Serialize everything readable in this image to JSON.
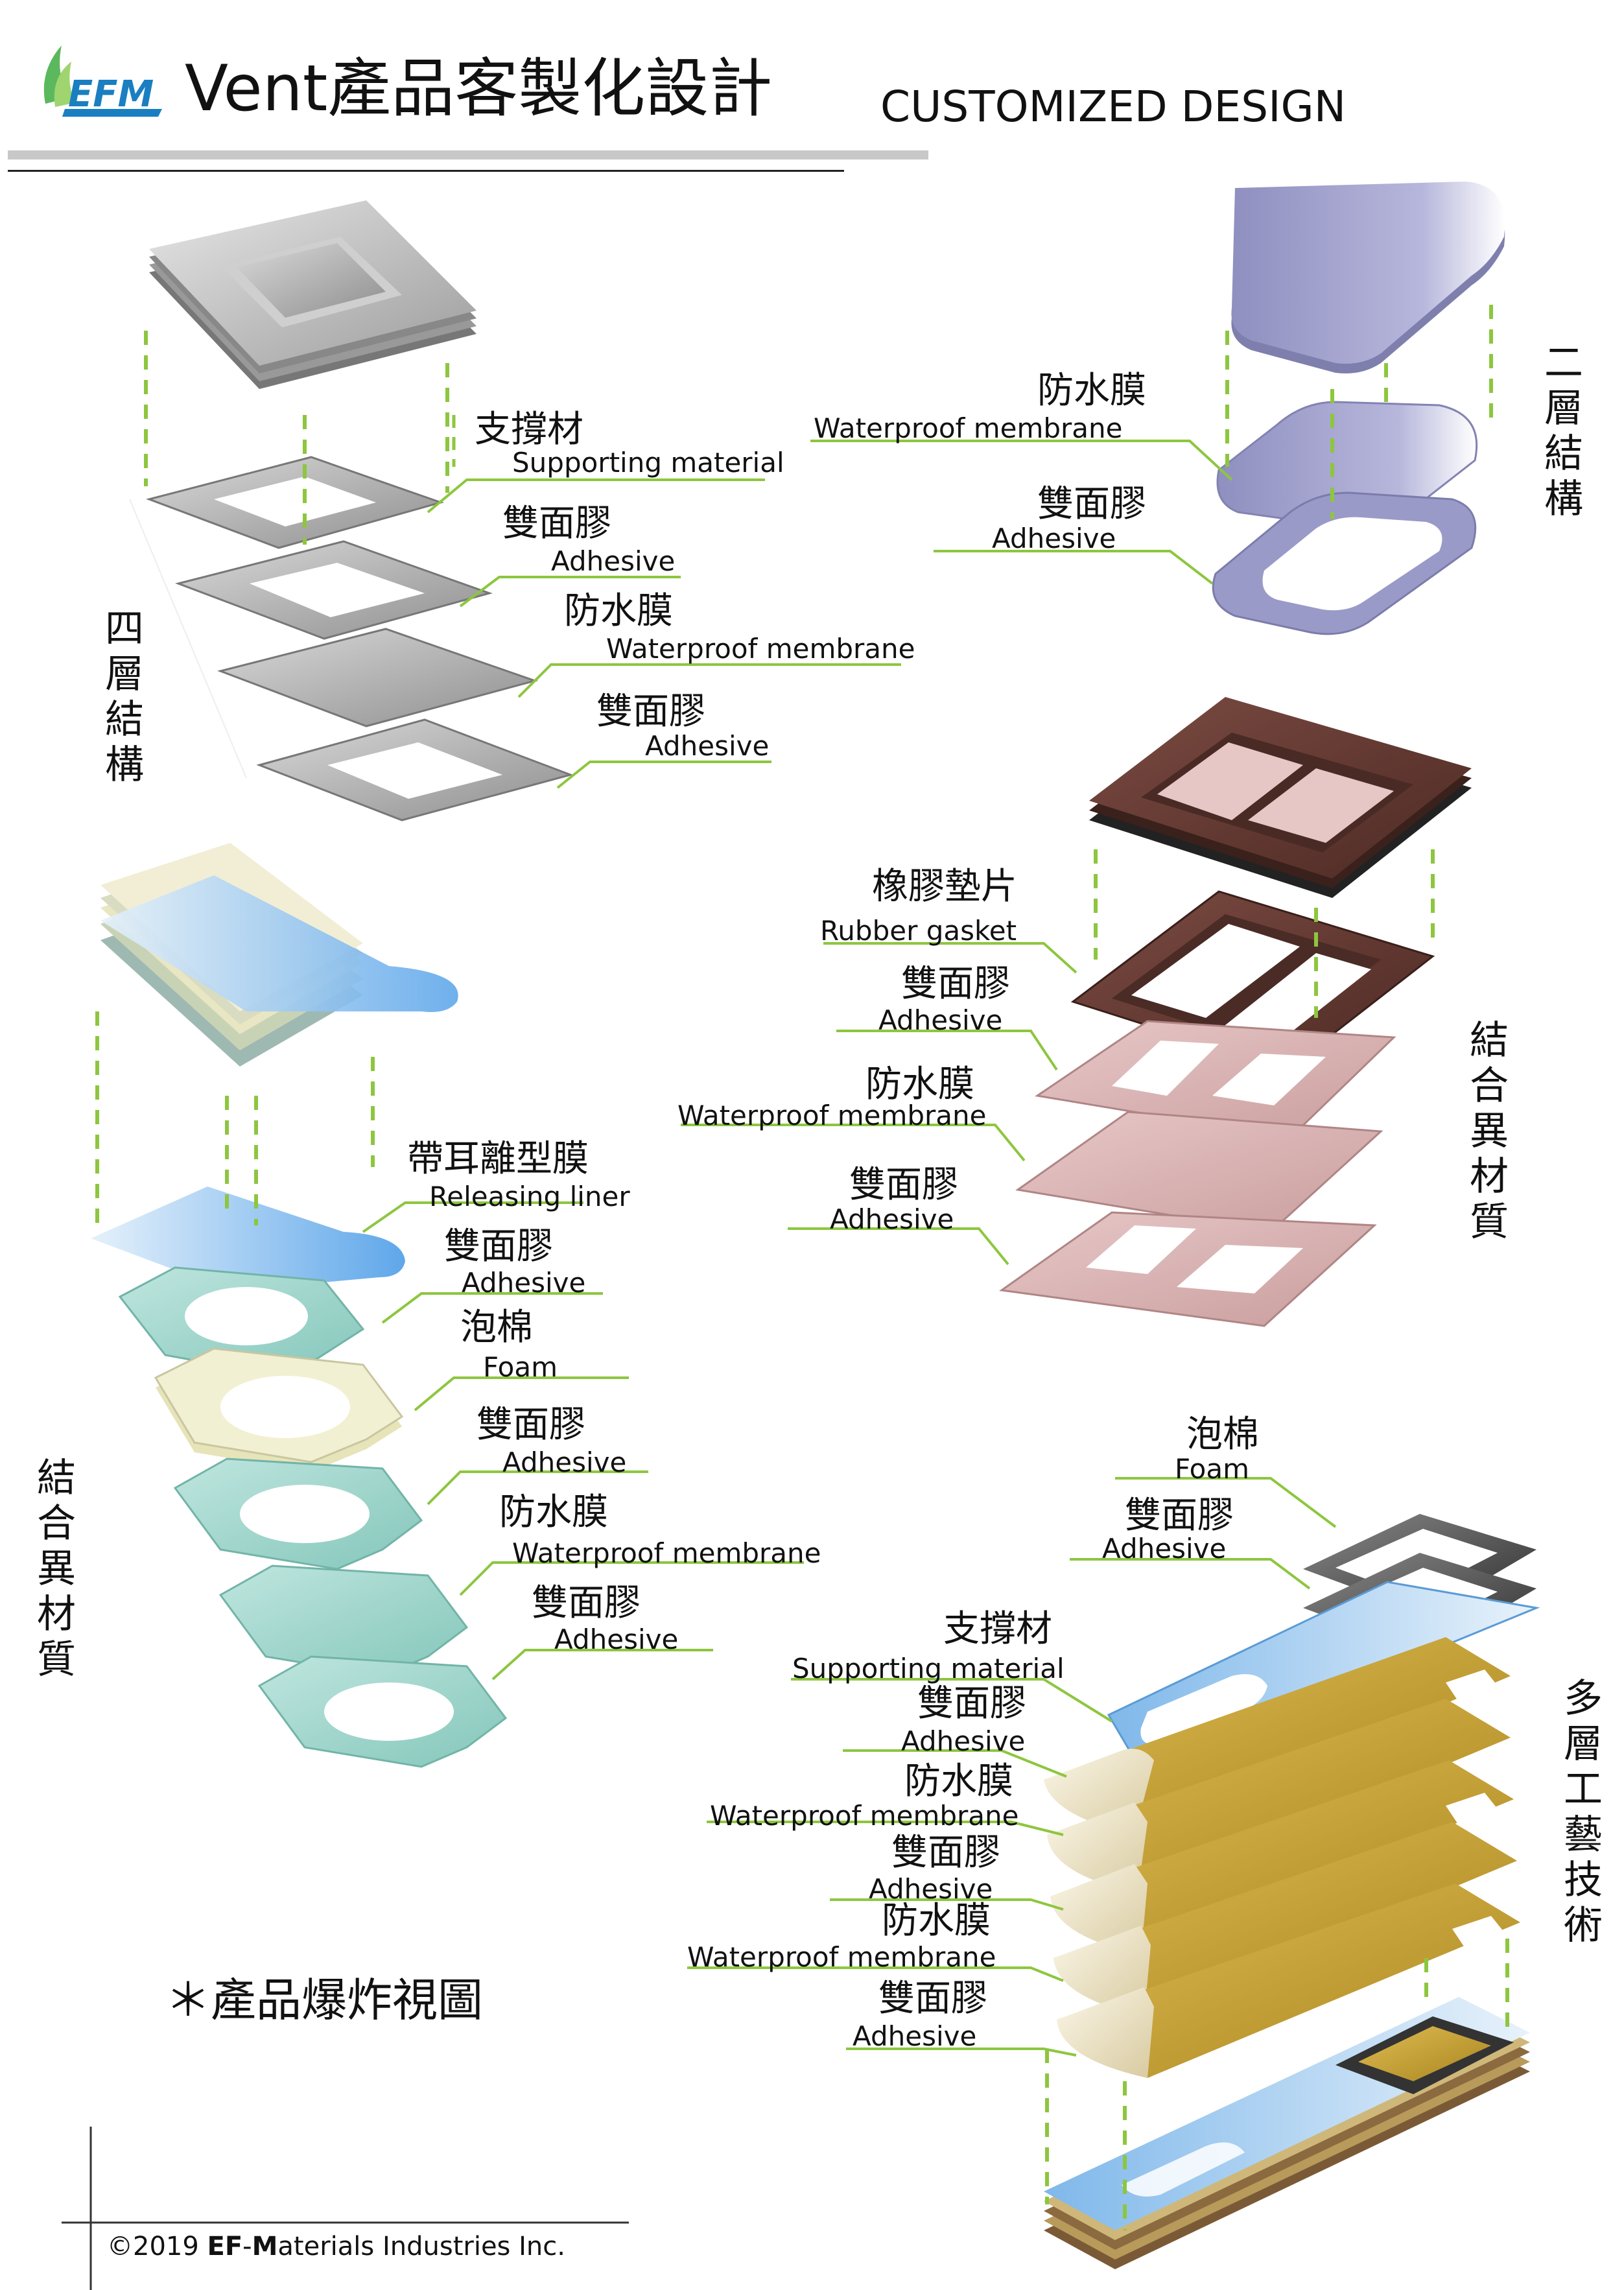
{
  "header": {
    "logo_text": "EFM",
    "title": "Vent產品客製化設計",
    "subtitle_en": "CUSTOMIZED DESIGN"
  },
  "sections": {
    "four_layer": {
      "side_title": "四層結構",
      "labels": [
        {
          "zh": "支撐材",
          "en": "Supporting material"
        },
        {
          "zh": "雙面膠",
          "en": "Adhesive"
        },
        {
          "zh": "防水膜",
          "en": "Waterproof membrane"
        },
        {
          "zh": "雙面膠",
          "en": "Adhesive"
        }
      ]
    },
    "two_layer": {
      "side_title": "二層結構",
      "labels": [
        {
          "zh": "防水膜",
          "en": "Waterproof membrane"
        },
        {
          "zh": "雙面膠",
          "en": "Adhesive"
        }
      ]
    },
    "hetero_right": {
      "side_title": "結合異材質",
      "labels": [
        {
          "zh": "橡膠墊片",
          "en": "Rubber gasket"
        },
        {
          "zh": "雙面膠",
          "en": "Adhesive"
        },
        {
          "zh": "防水膜",
          "en": "Waterproof membrane"
        },
        {
          "zh": "雙面膠",
          "en": "Adhesive"
        }
      ]
    },
    "hetero_left": {
      "side_title": "結合異材質",
      "labels": [
        {
          "zh": "帶耳離型膜",
          "en": "Releasing liner"
        },
        {
          "zh": "雙面膠",
          "en": "Adhesive"
        },
        {
          "zh": "泡棉",
          "en": "Foam"
        },
        {
          "zh": "雙面膠",
          "en": "Adhesive"
        },
        {
          "zh": "防水膜",
          "en": "Waterproof membrane"
        },
        {
          "zh": "雙面膠",
          "en": "Adhesive"
        }
      ]
    },
    "multi_layer": {
      "side_title": "多層工藝技術",
      "labels": [
        {
          "zh": "泡棉",
          "en": "Foam"
        },
        {
          "zh": "雙面膠",
          "en": "Adhesive"
        },
        {
          "zh": "支撐材",
          "en": "Supporting material"
        },
        {
          "zh": "雙面膠",
          "en": "Adhesive"
        },
        {
          "zh": "防水膜",
          "en": "Waterproof membrane"
        },
        {
          "zh": "雙面膠",
          "en": "Adhesive"
        },
        {
          "zh": "防水膜",
          "en": "Waterproof membrane"
        },
        {
          "zh": "雙面膠",
          "en": "Adhesive"
        }
      ]
    }
  },
  "note": "＊產品爆炸視圖",
  "footer": {
    "copyright_prefix": "©2019 ",
    "company_bold1": "EF",
    "company_dash": "-",
    "company_bold2": "M",
    "company_rest": "aterials Industries Inc."
  },
  "colors": {
    "gray_layer": "#a8a8a8",
    "purple_layer": "#9a9ac8",
    "brown_gasket": "#6b3f36",
    "pink_layer": "#dbb3b3",
    "teal_layer": "#9fd5cc",
    "blue_liner": "#8ec1ee",
    "gold_layer": "#c9a43c",
    "cream_layer": "#f3ead0",
    "guide_green": "#8dc63f",
    "leader_green": "#8dc63f"
  }
}
